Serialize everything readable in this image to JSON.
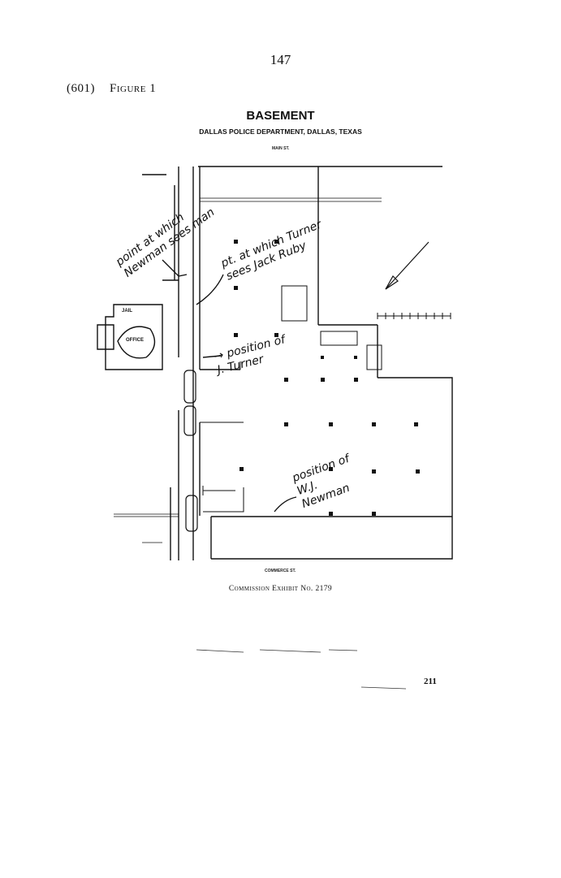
{
  "page": {
    "page_number": "147",
    "figure_ref": "(601)",
    "figure_label": "Figure 1",
    "exhibit_caption": "Commission Exhibit No. 2179",
    "bottom_number": "211"
  },
  "figure": {
    "title": "BASEMENT",
    "subtitle": "DALLAS POLICE DEPARTMENT, DALLAS, TEXAS",
    "street_top": "MAIN ST.",
    "street_bottom": "COMMERCE ST.",
    "room_labels": {
      "jail": "JAIL",
      "office": "OFFICE"
    }
  },
  "annotations": {
    "note_1": "point at which\nNewman sees man",
    "note_2": "pt. at which Turner\nsees Jack Ruby",
    "note_3": "→ position of\nJ. Turner",
    "note_4": "position of\nW.J.\nNewman"
  }
}
